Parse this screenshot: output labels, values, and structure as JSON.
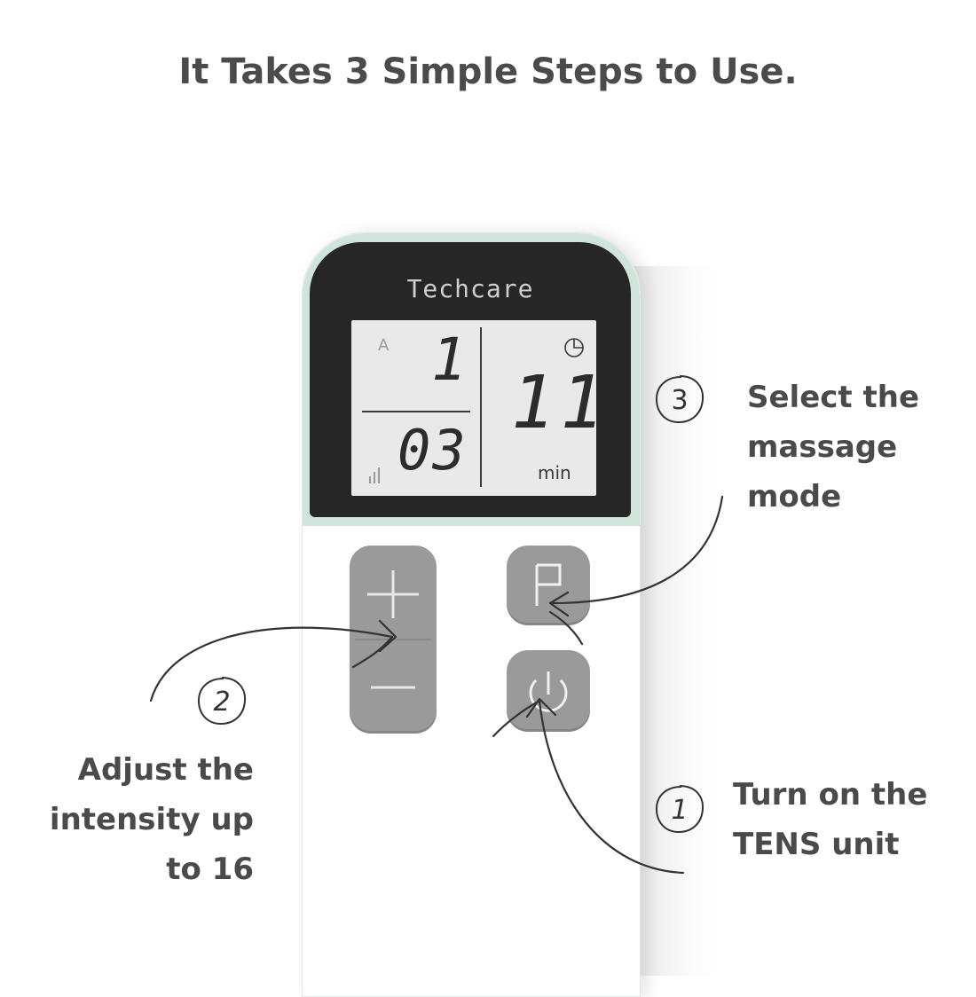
{
  "title": "It Takes 3 Simple Steps to Use.",
  "device": {
    "brand": "Techcare",
    "lcd": {
      "mode_letter": "A",
      "channel": "1",
      "intensity": "03",
      "timer": "11",
      "timer_unit": "min"
    },
    "buttons": {
      "plus_icon": "plus-icon",
      "minus_icon": "minus-icon",
      "mode_icon": "f-letter-icon",
      "power_icon": "power-icon"
    }
  },
  "steps": [
    {
      "number": "1",
      "lines": [
        "Turn on the",
        "TENS unit"
      ]
    },
    {
      "number": "2",
      "lines": [
        "Adjust the",
        "intensity up",
        "to 16"
      ]
    },
    {
      "number": "3",
      "lines": [
        "Select the",
        "massage",
        "mode"
      ]
    }
  ],
  "colors": {
    "text": "#4a4a4a",
    "button": "#9a9a9a",
    "bezel": "#262626",
    "rim": "#cfe5dc",
    "lcd": "#e9e9e9"
  }
}
